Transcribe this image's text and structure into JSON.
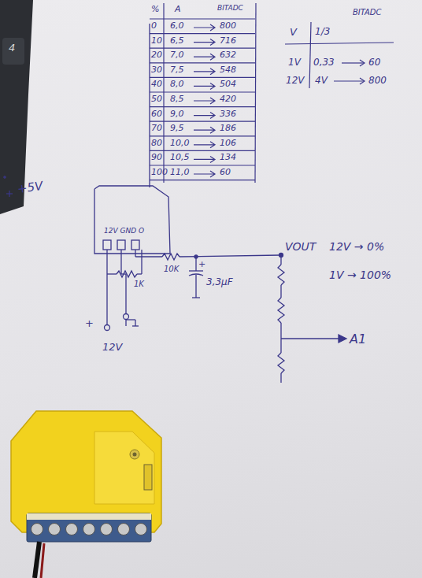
{
  "diagram": {
    "nodes": [
      {
        "text": [
          "12V GND O"
        ]
      }
    ],
    "labels": [
      "%",
      "A",
      "BITADC",
      "0",
      "6,0",
      "800",
      "10",
      "6,5",
      "716",
      "20",
      "7,0",
      "632",
      "30",
      "7,5",
      "548",
      "40",
      "8,0",
      "504",
      "50",
      "8,5",
      "420",
      "60",
      "9,0",
      "336",
      "70",
      "9,5",
      "186",
      "80",
      "10,0",
      "106",
      "90",
      "10,5",
      "134",
      "100",
      "11,0",
      "60",
      "V",
      "1/3",
      "BITADC",
      "1V",
      "0,33",
      "60",
      "12V",
      "4V",
      "800",
      "+5V",
      "1K",
      "10K",
      "+",
      "3,3µF",
      "VOUT",
      "12V → 0%",
      "1V → 100%",
      "A1",
      "+",
      "12V",
      "4"
    ]
  }
}
